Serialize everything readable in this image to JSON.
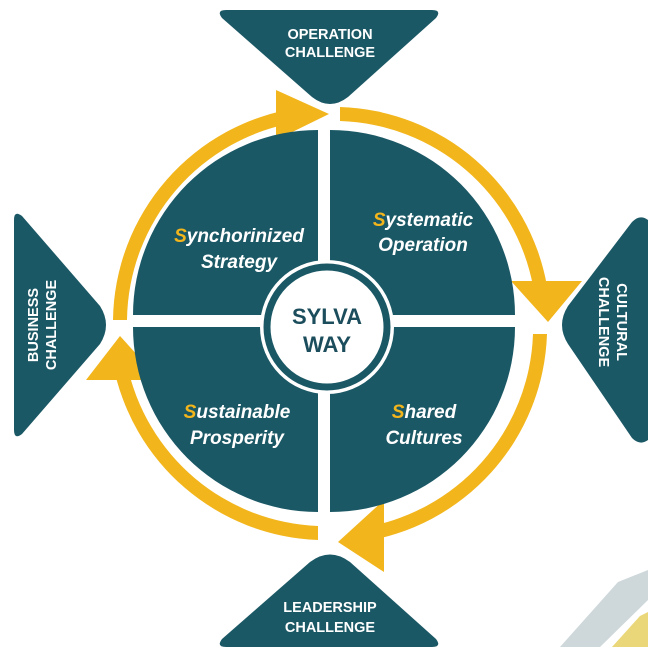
{
  "colors": {
    "teal": "#1b5865",
    "teal_dark": "#174956",
    "yellow": "#f2b51c",
    "white": "#ffffff",
    "center_text": "#1b4d5c"
  },
  "center": {
    "line1": "SYLVA",
    "line2": "WAY"
  },
  "quadrants": {
    "top_left": {
      "initial": "S",
      "line1_rest": "ynchorinized",
      "line2": "Strategy"
    },
    "top_right": {
      "initial": "S",
      "line1_rest": "ystematic",
      "line2": "Operation"
    },
    "bottom_left": {
      "initial": "S",
      "line1_rest": "ustainable",
      "line2": "Prosperity"
    },
    "bottom_right": {
      "initial": "S",
      "line1_rest": "hared",
      "line2": "Cultures"
    }
  },
  "challenges": {
    "top": {
      "line1": "OPERATION",
      "line2": "CHALLENGE"
    },
    "right": {
      "line1": "CULTURAL",
      "line2": "CHALLENGE"
    },
    "bottom": {
      "line1": "LEADERSHIP",
      "line2": "CHALLENGE"
    },
    "left": {
      "line1": "BUSINESS",
      "line2": "CHALLENGE"
    }
  }
}
